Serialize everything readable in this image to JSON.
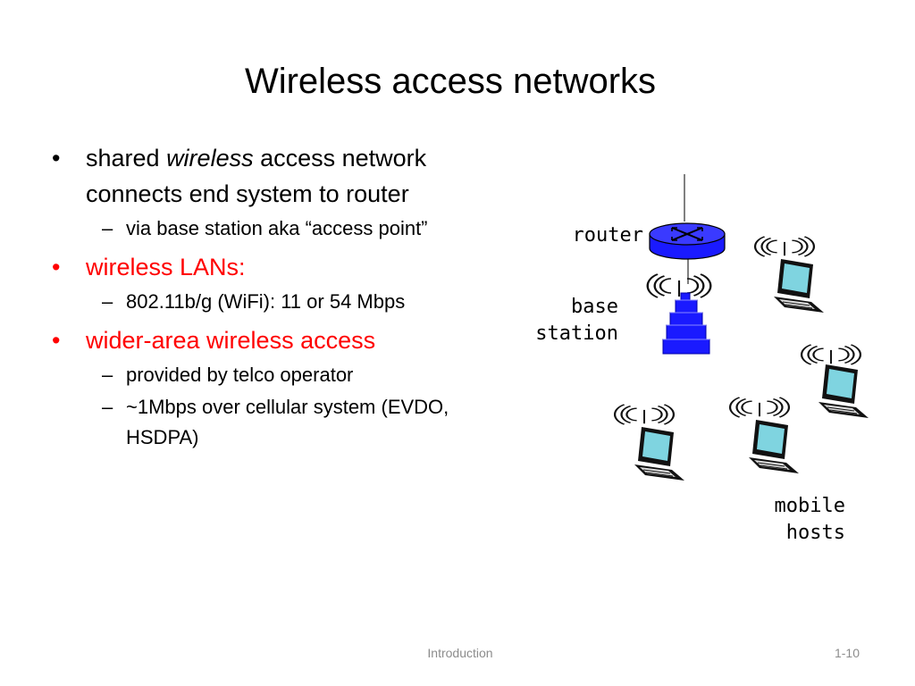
{
  "title": "Wireless access networks",
  "bullets": {
    "b1_pre": "shared ",
    "b1_em": "wireless",
    "b1_post": " access network connects end system to router",
    "b1_sub1": "via base station aka “access point”",
    "b2": "wireless LANs:",
    "b2_sub1": "802.11b/g (WiFi): 11 or 54  Mbps",
    "b3": "wider-area wireless access",
    "b3_sub1": "provided by telco operator",
    "b3_sub2": "~1Mbps over cellular system (EVDO, HSDPA)",
    "bullet_glyph": "•",
    "dash_glyph": "–"
  },
  "diagram": {
    "router_label": "router",
    "base_label_1": "base",
    "base_label_2": "station",
    "mobile_label_1": "mobile",
    "mobile_label_2": "hosts"
  },
  "footer": {
    "center": "Introduction",
    "page": "1-10"
  },
  "colors": {
    "accent_red": "#ff0000",
    "router_blue": "#1a1aff",
    "screen_teal": "#7fd4e0"
  }
}
